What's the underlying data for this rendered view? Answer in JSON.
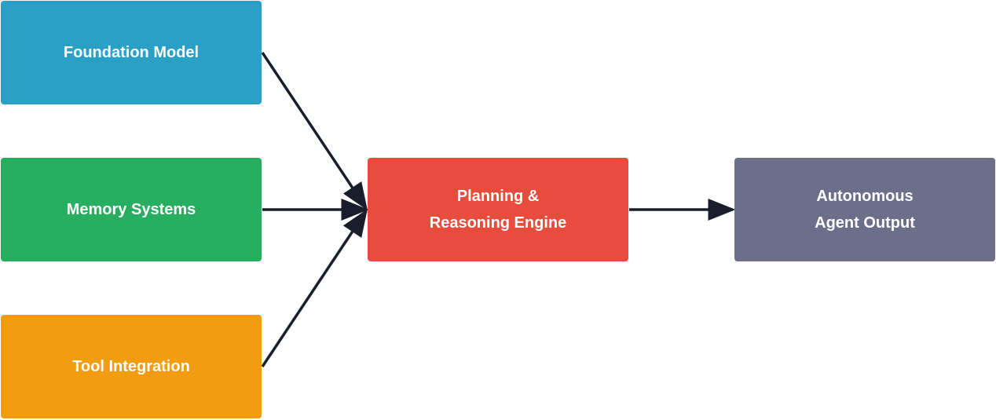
{
  "colors": {
    "foundation": "#2aa0c6",
    "memory": "#27ae60",
    "tool": "#f39c12",
    "planning": "#e74c3c",
    "output": "#6b6f8a",
    "arrow": "#1a1d2b"
  },
  "nodes": {
    "foundation": {
      "label": "Foundation Model"
    },
    "memory": {
      "label": "Memory Systems"
    },
    "tool": {
      "label": "Tool Integration"
    },
    "planning": {
      "line1": "Planning &",
      "line2": "Reasoning Engine"
    },
    "output": {
      "line1": "Autonomous",
      "line2": "Agent Output"
    }
  }
}
